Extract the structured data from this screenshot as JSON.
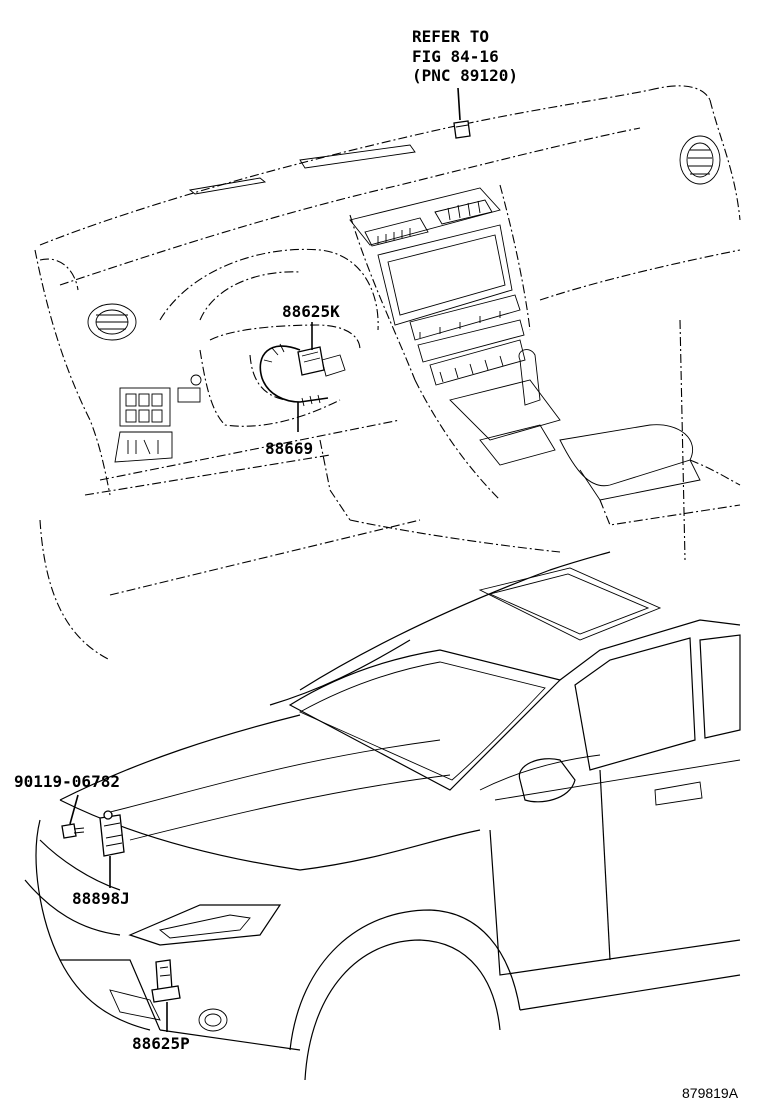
{
  "diagram": {
    "reference_note": [
      "REFER TO",
      "FIG 84-16",
      "(PNC 89120)"
    ],
    "callouts": {
      "p88625K": "88625K",
      "p88669": "88669",
      "p90119": "90119-06782",
      "p88898J": "88898J",
      "p88625P": "88625P"
    },
    "figure_id": "879819A"
  }
}
